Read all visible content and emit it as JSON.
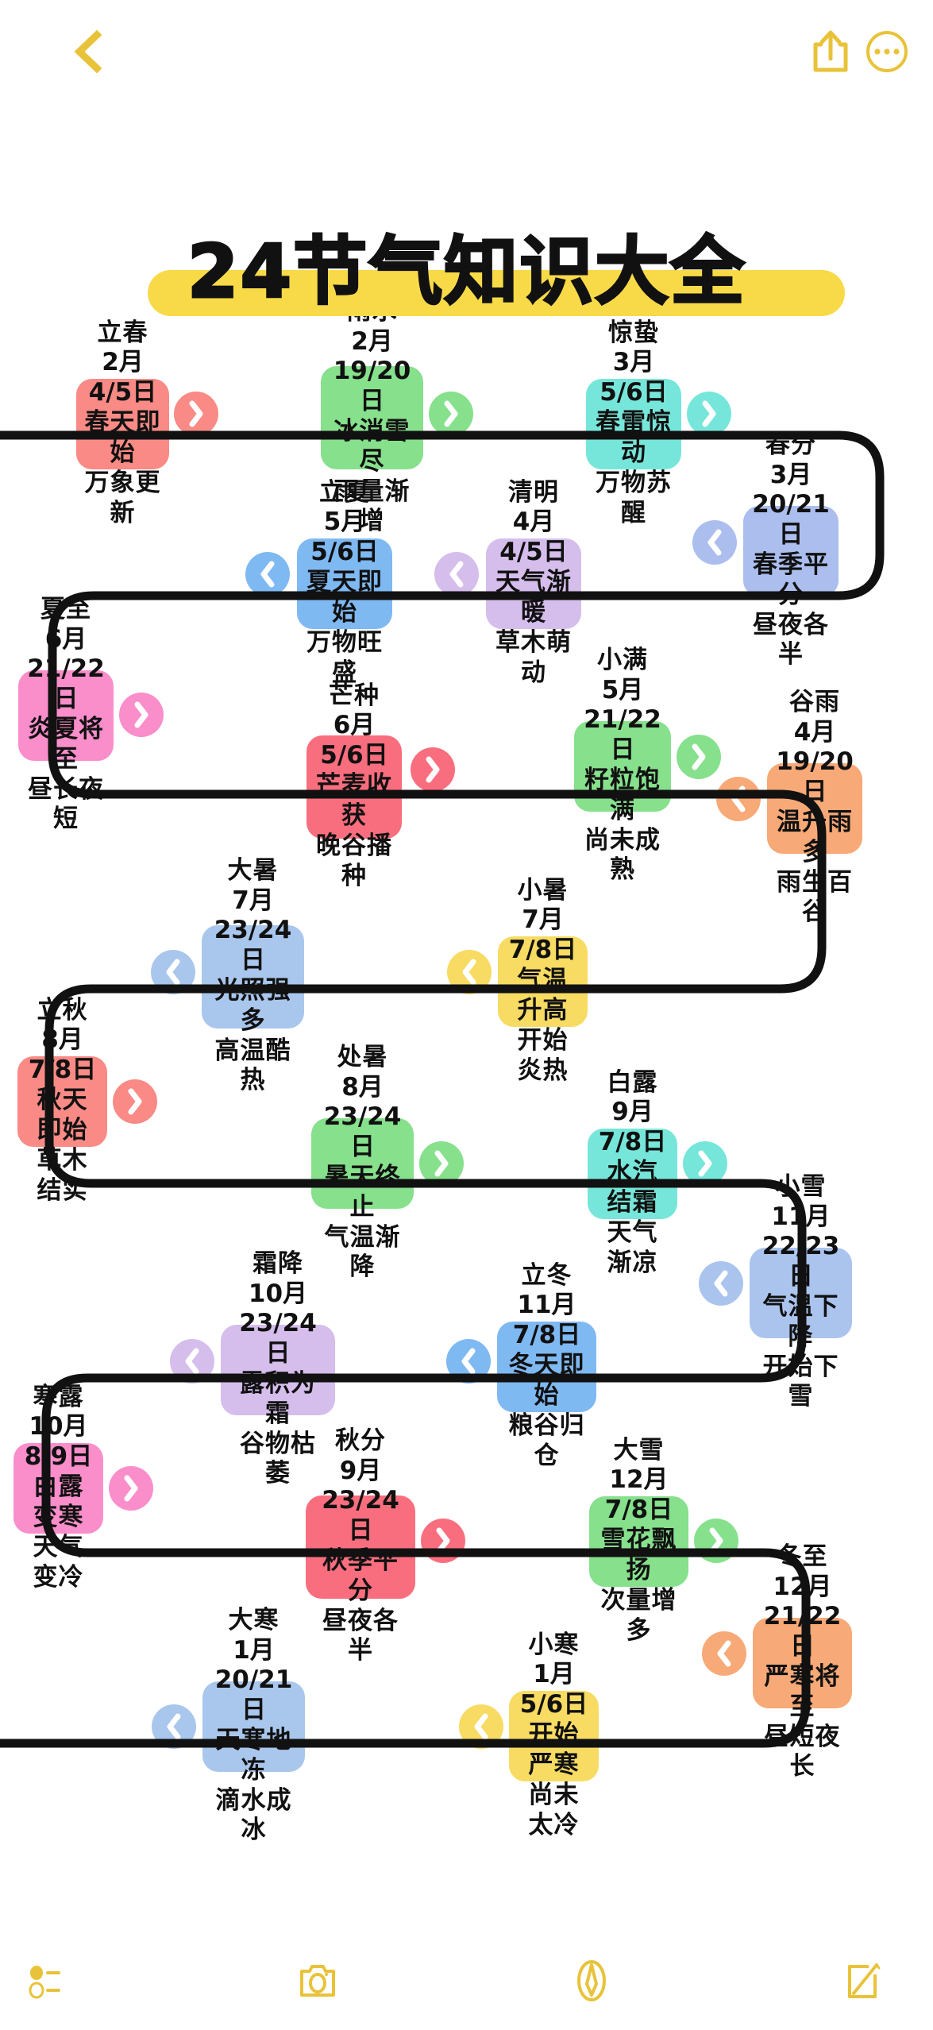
{
  "header": {
    "back_icon": "chevron-left-icon",
    "share_icon": "share-icon",
    "more_icon": "more-options-icon",
    "accent_color": "#E8C33A"
  },
  "title": {
    "text": "24节气知识大全",
    "highlight_color": "#F8DA48",
    "text_color": "#111111"
  },
  "footer": {
    "items": [
      {
        "icon": "list-icon",
        "name": "list"
      },
      {
        "icon": "camera-icon",
        "name": "camera"
      },
      {
        "icon": "pen-icon",
        "name": "pen"
      },
      {
        "icon": "edit-note-icon",
        "name": "edit"
      }
    ],
    "accent_color": "#E8C33A"
  },
  "flow": {
    "line_color": "#111111",
    "line_width": 11
  },
  "chart_data": {
    "type": "diagram",
    "title": "24节气知识大全",
    "layout": "serpentine-flowchart",
    "rows": 8,
    "cards_per_row": 3,
    "nodes": [
      {
        "id": 1,
        "name": "立春",
        "date": "2月4/5日",
        "l1": "春天即始",
        "l2": "万象更新",
        "color": "#F98A85",
        "badge_dir": "right"
      },
      {
        "id": 2,
        "name": "雨水",
        "date": "2月19/20日",
        "l1": "冰消雪尽",
        "l2": "雨量渐增",
        "color": "#86E08C",
        "badge_dir": "right"
      },
      {
        "id": 3,
        "name": "惊蛰",
        "date": "3月5/6日",
        "l1": "春雷惊动",
        "l2": "万物苏醒",
        "color": "#77E6DA",
        "badge_dir": "right"
      },
      {
        "id": 4,
        "name": "春分",
        "date": "3月20/21日",
        "l1": "春季平分",
        "l2": "昼夜各半",
        "color": "#ABBEEE",
        "badge_dir": "left"
      },
      {
        "id": 5,
        "name": "清明",
        "date": "4月4/5日",
        "l1": "天气渐暖",
        "l2": "草木萌动",
        "color": "#D5BDEC",
        "badge_dir": "left"
      },
      {
        "id": 6,
        "name": "谷雨",
        "date": "4月19/20日",
        "l1": "温升雨多",
        "l2": "雨生百谷",
        "color": "#F7A977",
        "badge_dir": "left"
      },
      {
        "id": 7,
        "name": "立夏",
        "date": "5月5/6日",
        "l1": "夏天即始",
        "l2": "万物旺盛",
        "color": "#7FB9F2",
        "badge_dir": "left"
      },
      {
        "id": 8,
        "name": "小满",
        "date": "5月21/22日",
        "l1": "籽粒饱满",
        "l2": "尚未成熟",
        "color": "#86E08C",
        "badge_dir": "right"
      },
      {
        "id": 9,
        "name": "芒种",
        "date": "6月5/6日",
        "l1": "芒麦收获",
        "l2": "晚谷播种",
        "color": "#F96E7E",
        "badge_dir": "right"
      },
      {
        "id": 10,
        "name": "夏至",
        "date": "6月21/22日",
        "l1": "炎夏将至",
        "l2": "昼长夜短",
        "color": "#F98ECB",
        "badge_dir": "right"
      },
      {
        "id": 11,
        "name": "小暑",
        "date": "7月7/8日",
        "l1": "气温升高",
        "l2": "开始炎热",
        "color": "#F8DB62",
        "badge_dir": "left"
      },
      {
        "id": 12,
        "name": "大暑",
        "date": "7月23/24日",
        "l1": "光照强多",
        "l2": "高温酷热",
        "color": "#A9C6EC",
        "badge_dir": "left"
      },
      {
        "id": 13,
        "name": "立秋",
        "date": "8月7/8日",
        "l1": "秋天即始",
        "l2": "草木结实",
        "color": "#F98A85",
        "badge_dir": "right"
      },
      {
        "id": 14,
        "name": "处暑",
        "date": "8月23/24日",
        "l1": "暑天终止",
        "l2": "气温渐降",
        "color": "#86E08C",
        "badge_dir": "right"
      },
      {
        "id": 15,
        "name": "白露",
        "date": "9月7/8日",
        "l1": "水汽结霜",
        "l2": "天气渐凉",
        "color": "#77E6DA",
        "badge_dir": "right"
      },
      {
        "id": 16,
        "name": "小雪",
        "date": "11月22/23日",
        "l1": "气温下降",
        "l2": "开始下雪",
        "color": "#ABC4EE",
        "badge_dir": "left"
      },
      {
        "id": 17,
        "name": "霜降",
        "date": "10月23/24日",
        "l1": "露积为霜",
        "l2": "谷物枯萎",
        "color": "#D5BDEC",
        "badge_dir": "left"
      },
      {
        "id": 18,
        "name": "立冬",
        "date": "11月7/8日",
        "l1": "冬天即始",
        "l2": "粮谷归仓",
        "color": "#7FB9F2",
        "badge_dir": "left"
      },
      {
        "id": 19,
        "name": "寒露",
        "date": "10月8/9日",
        "l1": "白露变寒",
        "l2": "天气变冷",
        "color": "#F98ECB",
        "badge_dir": "right"
      },
      {
        "id": 20,
        "name": "秋分",
        "date": "9月23/24日",
        "l1": "秋季平分",
        "l2": "昼夜各半",
        "color": "#F96E7E",
        "badge_dir": "right"
      },
      {
        "id": 21,
        "name": "大雪",
        "date": "12月7/8日",
        "l1": "雪花飘扬",
        "l2": "次量增多",
        "color": "#86E08C",
        "badge_dir": "right"
      },
      {
        "id": 22,
        "name": "冬至",
        "date": "12月21/22日",
        "l1": "严寒将至",
        "l2": "昼短夜长",
        "color": "#F7A977",
        "badge_dir": "left"
      },
      {
        "id": 23,
        "name": "小寒",
        "date": "1月5/6日",
        "l1": "开始严寒",
        "l2": "尚未太冷",
        "color": "#F8DB62",
        "badge_dir": "left"
      },
      {
        "id": 24,
        "name": "大寒",
        "date": "1月20/21日",
        "l1": "天寒地冻",
        "l2": "滴水成冰",
        "color": "#A9C6EC",
        "badge_dir": "left"
      }
    ]
  }
}
